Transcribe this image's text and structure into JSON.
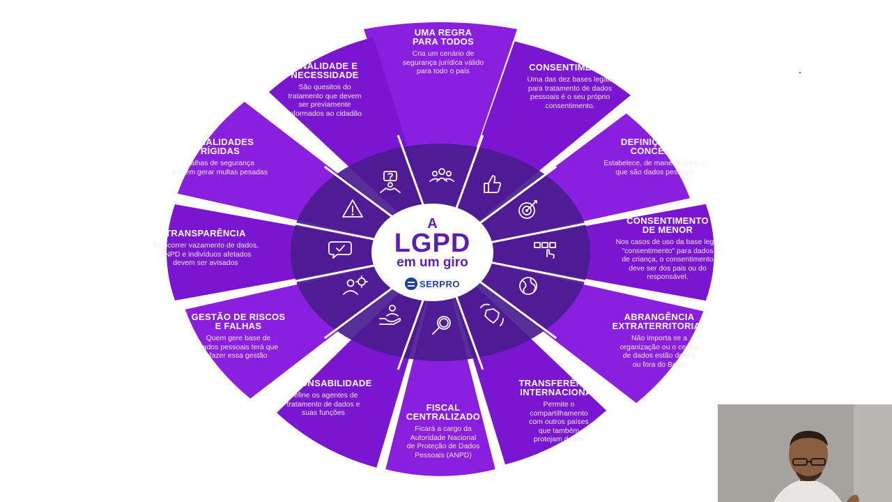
{
  "center": {
    "line1": "A",
    "line2": "LGPD",
    "line3": "em um giro",
    "brand": "SERPRO"
  },
  "segments": [
    {
      "id": "uma-regra",
      "title": "UMA REGRA\nPARA TODOS",
      "desc": "Cria um cenário de\nsegurança jurídica válido\npara todo o país",
      "icon": "people-group-icon"
    },
    {
      "id": "consentimento",
      "title": "CONSENTIMENTO",
      "desc": "Uma das dez bases legais\npara tratamento de dados\npessoais é o seu próprio\nconsentimento.",
      "icon": "thumbs-up-icon"
    },
    {
      "id": "definicao",
      "title": "DEFINIÇÃO DO\nCONCEITO",
      "desc": "Estabelece, de maneira clara, o\nque são dados pessoais",
      "icon": "target-icon"
    },
    {
      "id": "consentimento-menor",
      "title": "CONSENTIMENTO\nDE MENOR",
      "desc": "Nos casos de uso da base legal\n\"consentimento\" para dados\nde criança, o consentimento\ndeve ser dos pais ou do\nresponsável.",
      "icon": "checklist-hand-icon"
    },
    {
      "id": "abrangencia",
      "title": "ABRANGÊNCIA\nEXTRATERRITORIAL",
      "desc": "Não importa se a\norganização ou o centro\nde dados estão dentro\nou fora do Brasil",
      "icon": "globe-icon"
    },
    {
      "id": "transferencia",
      "title": "TRANSFERÊNCIA\nINTERNACIONAL",
      "desc": "Permite o\ncompartilhamento\ncom outros países\nque também\nprotejam dados",
      "icon": "brazil-map-arrows-icon"
    },
    {
      "id": "fiscal",
      "title": "FISCAL\nCENTRALIZADO",
      "desc": "Ficará a cargo da\nAutoridade Nacional\nde Proteção de Dados\nPessoais (ANPD)",
      "icon": "magnifier-icon"
    },
    {
      "id": "responsabilidade",
      "title": "RESPONSABILIDADE",
      "desc": "Define os agentes de\ntratamento de dados e\nsuas funções",
      "icon": "hand-person-icon"
    },
    {
      "id": "gestao",
      "title": "GESTÃO DE RISCOS\nE FALHAS",
      "desc": "Quem gere base de\ndados pessoais terá que\nfazer essa gestão",
      "icon": "person-gear-icon"
    },
    {
      "id": "transparencia",
      "title": "TRANSPARÊNCIA",
      "desc": "Se ocorrer vazamento de dados,\nANPD e indivíduos afetados\ndevem ser avisados",
      "icon": "chat-check-icon"
    },
    {
      "id": "penalidades",
      "title": "PENALIDADES\nRÍGIDAS",
      "desc": "Falhas de segurança\npodem gerar multas pesadas",
      "icon": "warning-icon"
    },
    {
      "id": "finalidade",
      "title": "FINALIDADE E\nNECESSIDADE",
      "desc": "São quesitos do\ntratamento que devem\nser previamente\ninformados ao cidadão",
      "icon": "question-person-icon"
    }
  ],
  "colors": {
    "segment_a": "#8a1fe0",
    "segment_b": "#7a16d2",
    "ring": "#4a1c8f",
    "ring_inner": "#5b2aa8",
    "center_text": "#5b1fb8",
    "brand": "#1f3fa8"
  }
}
